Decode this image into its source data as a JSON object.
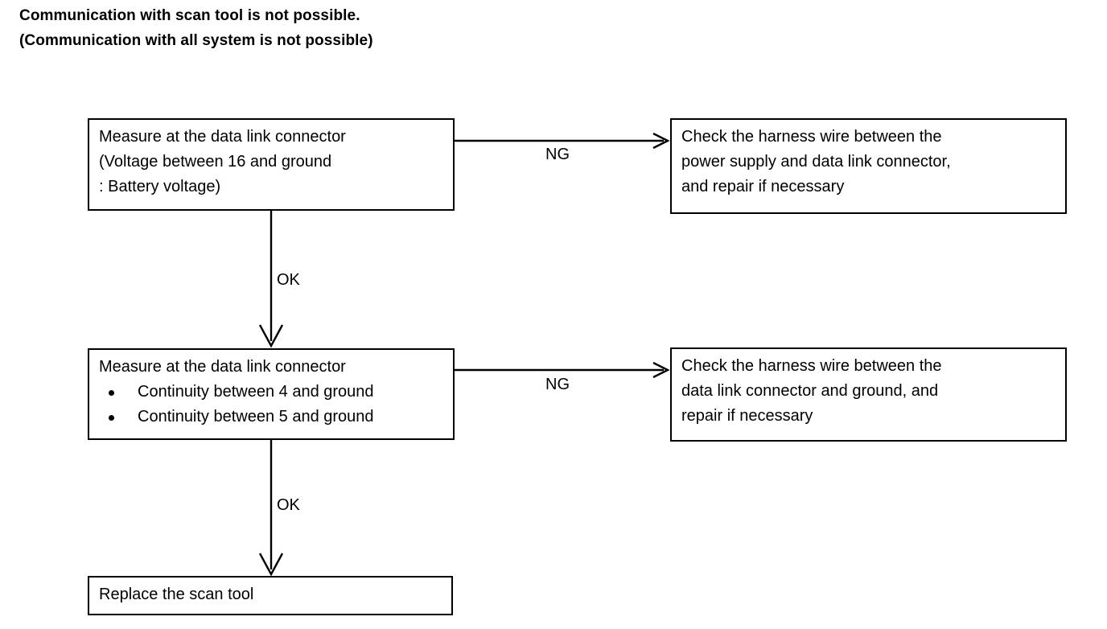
{
  "title": {
    "line1": "Communication with scan tool is not possible.",
    "line2": "(Communication with all system is not possible)"
  },
  "chart_data": {
    "type": "diagram",
    "diagram_kind": "troubleshooting-flowchart",
    "nodes": [
      {
        "id": "measure-1",
        "role": "decision-step",
        "lines": [
          "Measure at the data link connector",
          "(Voltage between 16 and ground",
          ": Battery voltage)"
        ]
      },
      {
        "id": "check-1",
        "role": "action-step",
        "lines": [
          "Check the harness wire between the",
          "power supply and data link connector,",
          "and repair if necessary"
        ]
      },
      {
        "id": "measure-2",
        "role": "decision-step",
        "heading": "Measure at the data link connector",
        "bullets": [
          "Continuity between 4 and ground",
          "Continuity between 5 and ground"
        ]
      },
      {
        "id": "check-2",
        "role": "action-step",
        "lines": [
          "Check the harness wire between the",
          "data link connector and ground, and",
          "repair if necessary"
        ]
      },
      {
        "id": "replace",
        "role": "terminal-step",
        "lines": [
          "Replace the scan tool"
        ]
      }
    ],
    "edges": [
      {
        "id": "edge-ng-1",
        "from": "measure-1",
        "to": "check-1",
        "label": "NG",
        "direction": "right"
      },
      {
        "id": "edge-ok-1",
        "from": "measure-1",
        "to": "measure-2",
        "label": "OK",
        "direction": "down"
      },
      {
        "id": "edge-ng-2",
        "from": "measure-2",
        "to": "check-2",
        "label": "NG",
        "direction": "right"
      },
      {
        "id": "edge-ok-2",
        "from": "measure-2",
        "to": "replace",
        "label": "OK",
        "direction": "down"
      }
    ],
    "colors": {
      "background": "#ffffff",
      "stroke": "#000000",
      "text": "#000000"
    }
  }
}
